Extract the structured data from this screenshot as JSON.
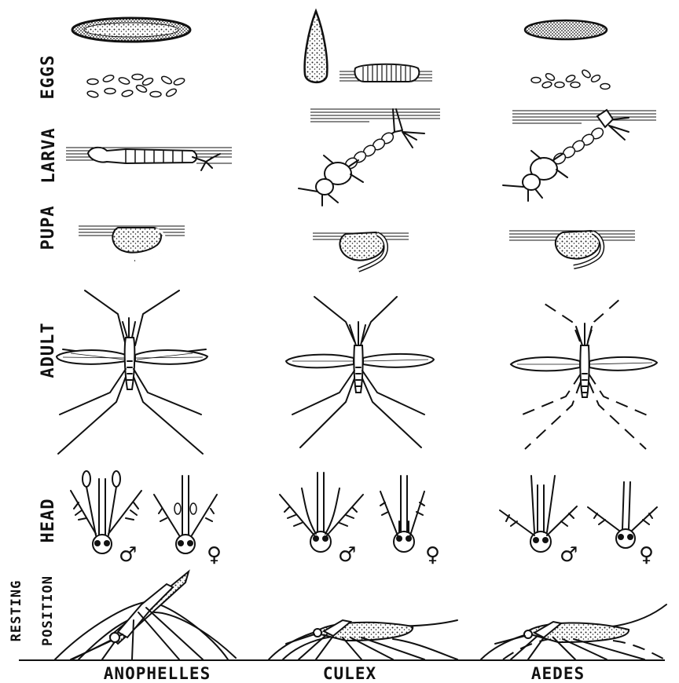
{
  "rows": {
    "eggs": "EGGS",
    "larva": "LARVA",
    "pupa": "PUPA",
    "adult": "ADULT",
    "head": "HEAD",
    "resting_line1": "RESTING",
    "resting_line2": "POSITION"
  },
  "columns": {
    "anopheles": "ANOPHELLES",
    "culex": "CULEX",
    "aedes": "AEDES"
  },
  "symbols": {
    "male": "♂",
    "female": "♀"
  }
}
